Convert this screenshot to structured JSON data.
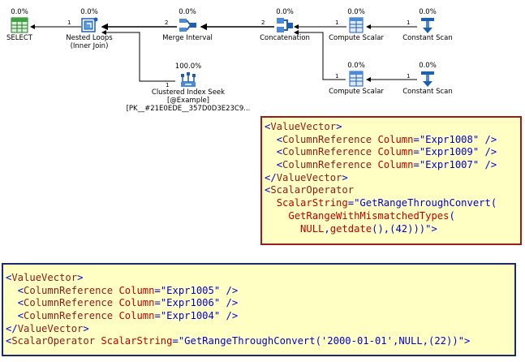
{
  "plan": {
    "nodes": [
      {
        "id": "select",
        "cost": "0.0%",
        "label": [
          "SELECT"
        ],
        "icon": "select-icon"
      },
      {
        "id": "nested-loops",
        "cost": "0.0%",
        "label": [
          "Nested Loops",
          "(Inner Join)"
        ],
        "icon": "nested-loops-icon"
      },
      {
        "id": "merge-interval",
        "cost": "0.0%",
        "label": [
          "Merge Interval"
        ],
        "icon": "merge-interval-icon"
      },
      {
        "id": "concatenation",
        "cost": "0.0%",
        "label": [
          "Concatenation"
        ],
        "icon": "concatenation-icon"
      },
      {
        "id": "compute-scalar-1",
        "cost": "0.0%",
        "label": [
          "Compute Scalar"
        ],
        "icon": "compute-scalar-icon"
      },
      {
        "id": "constant-scan-1",
        "cost": "0.0%",
        "label": [
          "Constant Scan"
        ],
        "icon": "constant-scan-icon"
      },
      {
        "id": "compute-scalar-2",
        "cost": "0.0%",
        "label": [
          "Compute Scalar"
        ],
        "icon": "compute-scalar-icon"
      },
      {
        "id": "constant-scan-2",
        "cost": "0.0%",
        "label": [
          "Constant Scan"
        ],
        "icon": "constant-scan-icon"
      },
      {
        "id": "clustered-index-seek",
        "cost": "100.0%",
        "label": [
          "Clustered Index Seek",
          "[@Example]",
          "[PK__#21E0EDE__357D0D3E23C9..."
        ],
        "icon": "clustered-index-seek-icon"
      }
    ],
    "row_counts": {
      "select_nested": "1",
      "nested_merge": "2",
      "merge_concat": "2",
      "concat_compute1": "1",
      "compute1_const1": "1",
      "nested_seek": "1",
      "concat_compute2": "1",
      "compute2_const2": "1"
    }
  },
  "xml_top": {
    "lines": [
      "<ValueVector>",
      "  <ColumnReference Column=\"Expr1008\" />",
      "  <ColumnReference Column=\"Expr1009\" />",
      "  <ColumnReference Column=\"Expr1007\" />",
      "</ValueVector>",
      "<ScalarOperator",
      "  ScalarString=\"GetRangeThroughConvert(",
      "    GetRangeWithMismatchedTypes(",
      "      NULL,getdate(),(42)))\">"
    ]
  },
  "xml_bottom": {
    "lines": [
      "<ValueVector>",
      "  <ColumnReference Column=\"Expr1005\" />",
      "  <ColumnReference Column=\"Expr1006\" />",
      "  <ColumnReference Column=\"Expr1004\" />",
      "</ValueVector>",
      "<ScalarOperator ScalarString=\"GetRangeThroughConvert('2000-01-01',NULL,(22))\">"
    ]
  },
  "colors": {
    "top_border": "#9b1c1c",
    "bottom_border": "#1b2a6b",
    "box_fill": "#ffffc4",
    "tag": "#8b1a1a",
    "value": "#0000d8"
  }
}
